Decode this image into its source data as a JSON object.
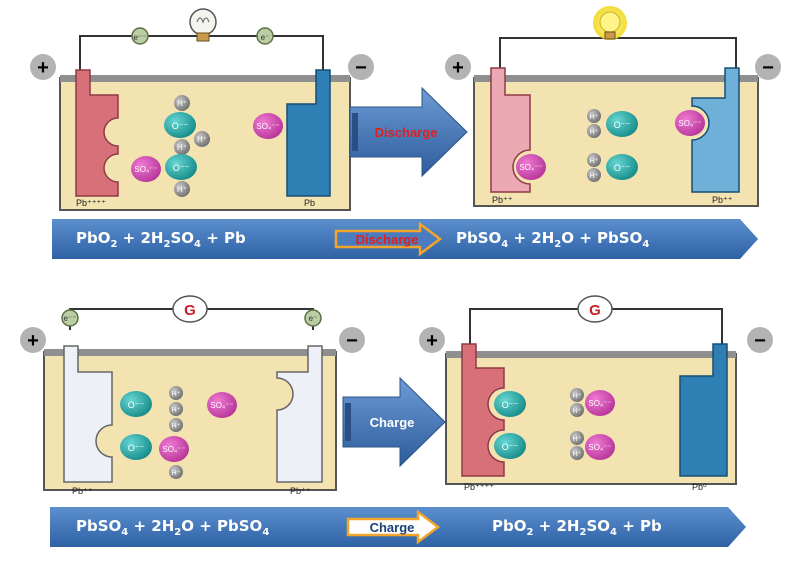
{
  "labels": {
    "plus": "+",
    "minus": "−",
    "electron": "e⁻",
    "electron_alt": "e⁻⁻",
    "galvanometer": "G",
    "hydrogen": "H⁺",
    "oxide": "O⁻⁻",
    "sulfate": "SO₄⁻⁻",
    "pb4": "Pb⁺⁺⁺⁺",
    "pb2": "Pb⁺⁺",
    "pb": "Pb",
    "pb0": "Pb⁰"
  },
  "steps": {
    "discharge": "Discharge",
    "charge": "Charge"
  },
  "equations": {
    "discharge_left": [
      "PbO",
      "2",
      " + 2H",
      "2",
      "SO",
      "4",
      " + Pb"
    ],
    "discharge_right": [
      "PbSO",
      "4",
      " + 2H",
      "2",
      "O + PbSO",
      "4"
    ],
    "charge_left": [
      "PbSO",
      "4",
      " + 2H",
      "2",
      "O + PbSO",
      "4"
    ],
    "charge_right": [
      "PbO",
      "2",
      " + 2H",
      "2",
      "SO",
      "4",
      " + Pb"
    ]
  },
  "colors": {
    "cell_fill": "#f3e3b1",
    "positive_plate": "#d8707a",
    "positive_plate_light": "#ebaab3",
    "negative_plate": "#2d7fb4",
    "negative_plate_light": "#6fb0d8",
    "sulfate_plate": "#eef0f8",
    "sulfate_ion": "#d24fb4",
    "oxide_ion": "#1fa6a4",
    "hydrogen_ion": "#8a8a8a",
    "banner": "#3f74b5",
    "arrow_border": "#f3a52b",
    "lamp_on": "#f6e531"
  }
}
